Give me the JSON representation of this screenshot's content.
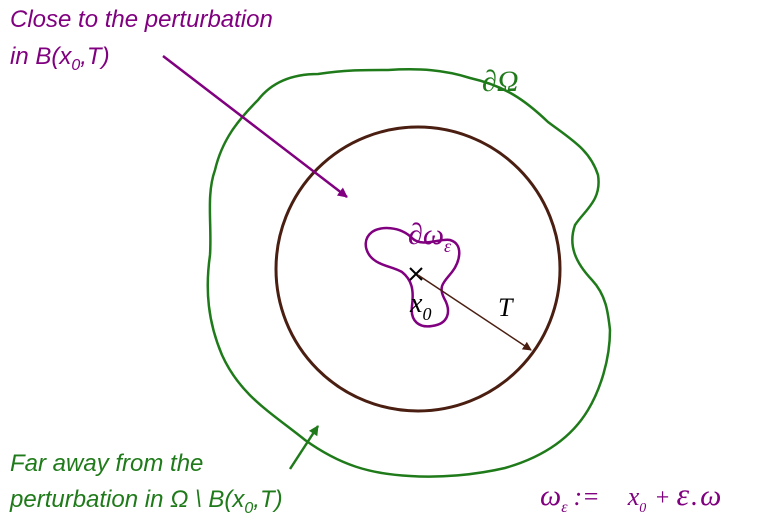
{
  "colors": {
    "purple": "#800080",
    "green": "#1f7a1a",
    "brown": "#4a1f12",
    "black": "#000000"
  },
  "labels": {
    "close_line1": "Close to the perturbation",
    "close_line2_prefix": "in B(x",
    "close_line2_sub": "0",
    "close_line2_suffix": ",T)",
    "domain_boundary": "∂Ω",
    "hole_boundary_main": "∂ω",
    "hole_boundary_sub": "ε",
    "center_main": "x",
    "center_sub": "0",
    "radius": "T",
    "far_line1": "Far away from the",
    "far_line2_prefix": "perturbation in Ω \\ B(x",
    "far_line2_sub": "0",
    "far_line2_suffix": ",T)",
    "formula_omega": "ω",
    "formula_omega_sub": "ε",
    "formula_assign": ":=",
    "formula_x": "x",
    "formula_x_sub": "0",
    "formula_plus": "+",
    "formula_eps": "ε",
    "formula_dot": ".",
    "formula_omega2": "ω"
  }
}
